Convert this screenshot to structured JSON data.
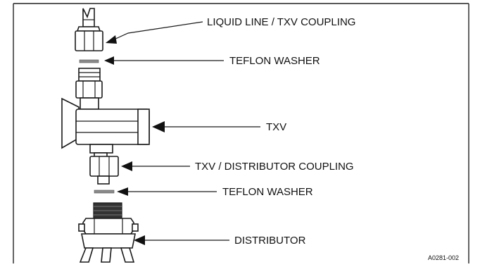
{
  "labels": {
    "liquid_line_coupling": "LIQUID LINE / TXV COUPLING",
    "teflon_washer_upper": "TEFLON WASHER",
    "txv": "TXV",
    "txv_distributor_coupling": "TXV / DISTRIBUTOR COUPLING",
    "teflon_washer_lower": "TEFLON WASHER",
    "distributor": "DISTRIBUTOR"
  },
  "figure_ref": "A0281-002",
  "colors": {
    "ink": "#1a1a1a",
    "washer": "#8a8a8a",
    "threads": "#333333",
    "background": "#ffffff"
  }
}
